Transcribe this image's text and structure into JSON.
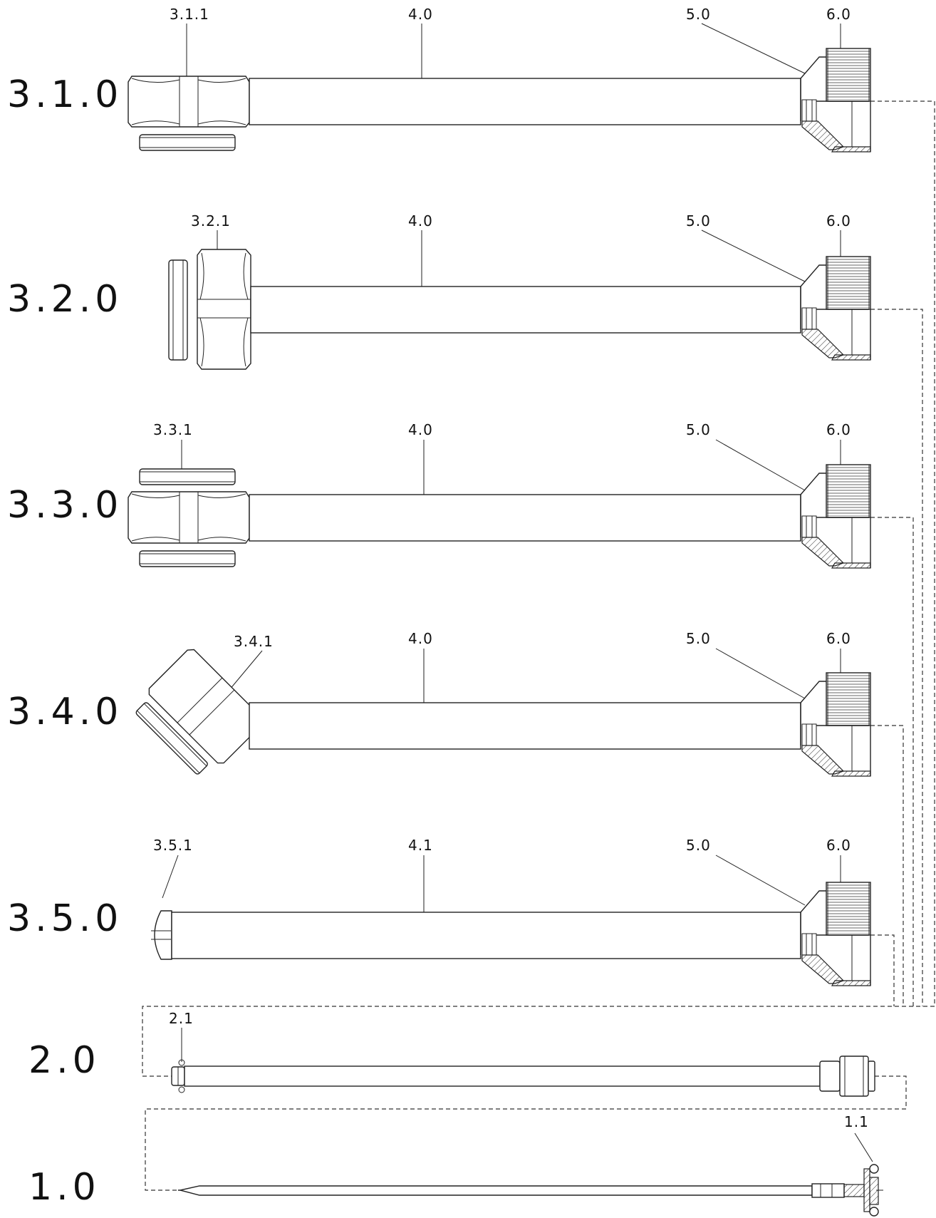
{
  "assemblies": [
    {
      "label": "3.1.0",
      "parts": [
        "3.1.1",
        "4.0",
        "5.0",
        "6.0"
      ]
    },
    {
      "label": "3.2.0",
      "parts": [
        "3.2.1",
        "4.0",
        "5.0",
        "6.0"
      ]
    },
    {
      "label": "3.3.0",
      "parts": [
        "3.3.1",
        "4.0",
        "5.0",
        "6.0"
      ]
    },
    {
      "label": "3.4.0",
      "parts": [
        "3.4.1",
        "4.0",
        "5.0",
        "6.0"
      ]
    },
    {
      "label": "3.5.0",
      "parts": [
        "3.5.1",
        "4.1",
        "5.0",
        "6.0"
      ]
    }
  ],
  "rod": {
    "label": "2.0",
    "part": "2.1"
  },
  "needle": {
    "label": "1.0",
    "part": "1.1"
  }
}
